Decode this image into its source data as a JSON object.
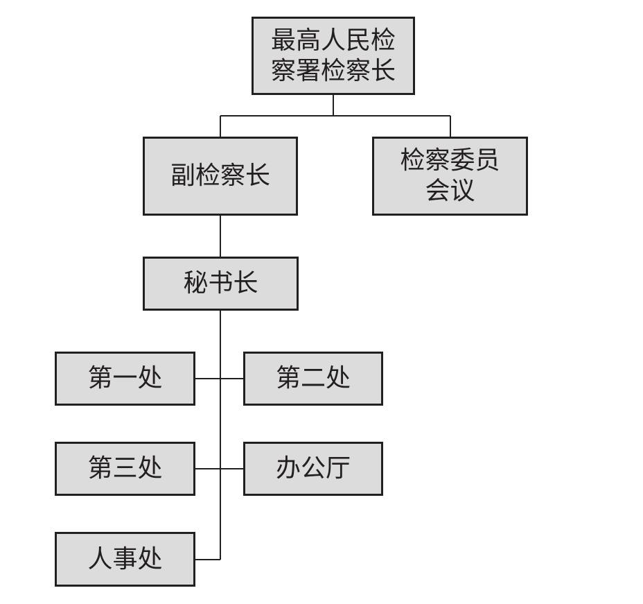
{
  "chart": {
    "nodes": {
      "top": "最高人民检\n察署检察长",
      "deputy": "副检察长",
      "committee": "检察委员\n会议",
      "secretary": "秘书长",
      "dept1": "第一处",
      "dept2": "第二处",
      "dept3": "第三处",
      "office": "办公厅",
      "personnel": "人事处"
    }
  },
  "colors": {
    "box_fill": "#dcdcdc",
    "stroke": "#231f20",
    "background": "#ffffff"
  }
}
